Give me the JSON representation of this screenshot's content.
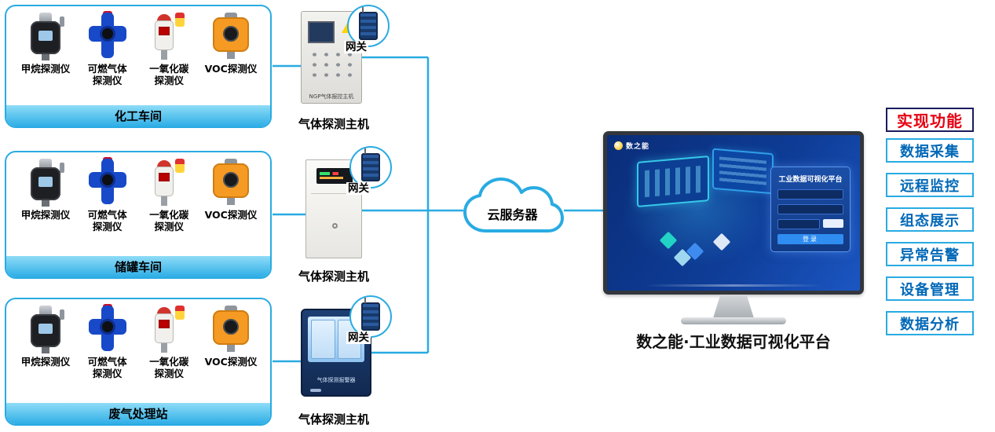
{
  "colors": {
    "accent_cyan": "#29abe2",
    "feature_blue": "#0068b7",
    "header_red": "#e60012"
  },
  "groups": [
    {
      "name": "化工车间",
      "detectors": [
        {
          "label": "甲烷探测仪"
        },
        {
          "label": "可燃气体\n探测仪"
        },
        {
          "label": "一氧化碳\n探测仪"
        },
        {
          "label": "VOC探测仪"
        }
      ]
    },
    {
      "name": "储罐车间",
      "detectors": [
        {
          "label": "甲烷探测仪"
        },
        {
          "label": "可燃气体\n探测仪"
        },
        {
          "label": "一氧化碳\n探测仪"
        },
        {
          "label": "VOC探测仪"
        }
      ]
    },
    {
      "name": "废气处理站",
      "detectors": [
        {
          "label": "甲烷探测仪"
        },
        {
          "label": "可燃气体\n探测仪"
        },
        {
          "label": "一氧化碳\n探测仪"
        },
        {
          "label": "VOC探测仪"
        }
      ]
    }
  ],
  "hosts": [
    {
      "caption": "气体探测主机",
      "gateway_label": "网关",
      "device_label": "NGP气体报控主机"
    },
    {
      "caption": "气体探测主机",
      "gateway_label": "网关"
    },
    {
      "caption": "气体探测主机",
      "gateway_label": "网关",
      "device_label": "气体探测报警器"
    }
  ],
  "cloud": {
    "label": "云服务器"
  },
  "monitor": {
    "brand": "数之能",
    "login_title": "工业数据可视化平台",
    "login_button": "登录",
    "caption": "数之能·工业数据可视化平台"
  },
  "features": {
    "header": "实现功能",
    "items": [
      "数据采集",
      "远程监控",
      "组态展示",
      "异常告警",
      "设备管理",
      "数据分析"
    ]
  }
}
